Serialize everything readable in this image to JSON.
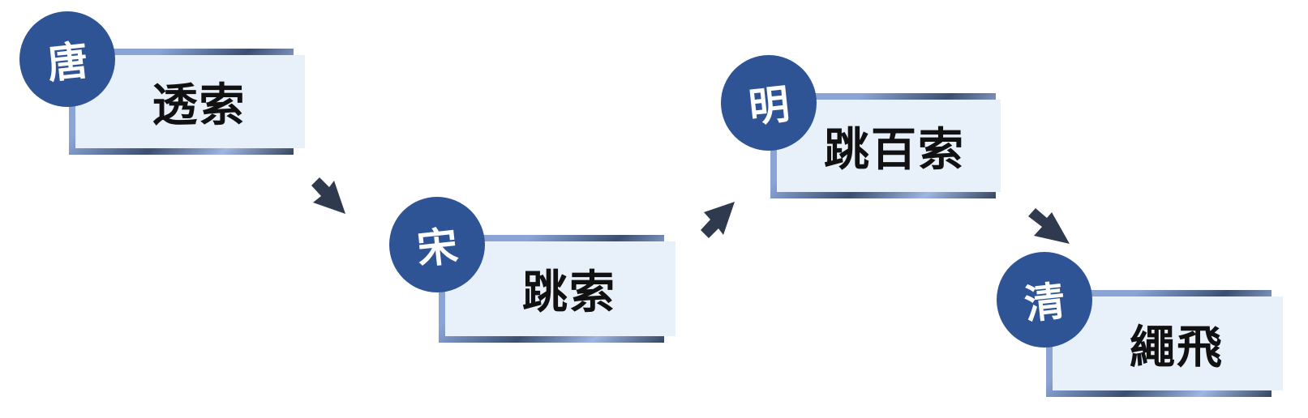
{
  "colors": {
    "badge": "#2e5496",
    "box_fill": "#e8f0fa",
    "arrow": "#2f3a4f",
    "text": "#111111"
  },
  "stages": [
    {
      "era": "唐",
      "name": "透索"
    },
    {
      "era": "宋",
      "name": "跳索"
    },
    {
      "era": "明",
      "name": "跳百索"
    },
    {
      "era": "清",
      "name": "繩飛"
    }
  ],
  "arrows": [
    {
      "from": "stage-1",
      "to": "stage-2",
      "icon": "arrow-down-right-icon"
    },
    {
      "from": "stage-2",
      "to": "stage-3",
      "icon": "arrow-up-right-icon"
    },
    {
      "from": "stage-3",
      "to": "stage-4",
      "icon": "arrow-down-right-icon"
    }
  ]
}
